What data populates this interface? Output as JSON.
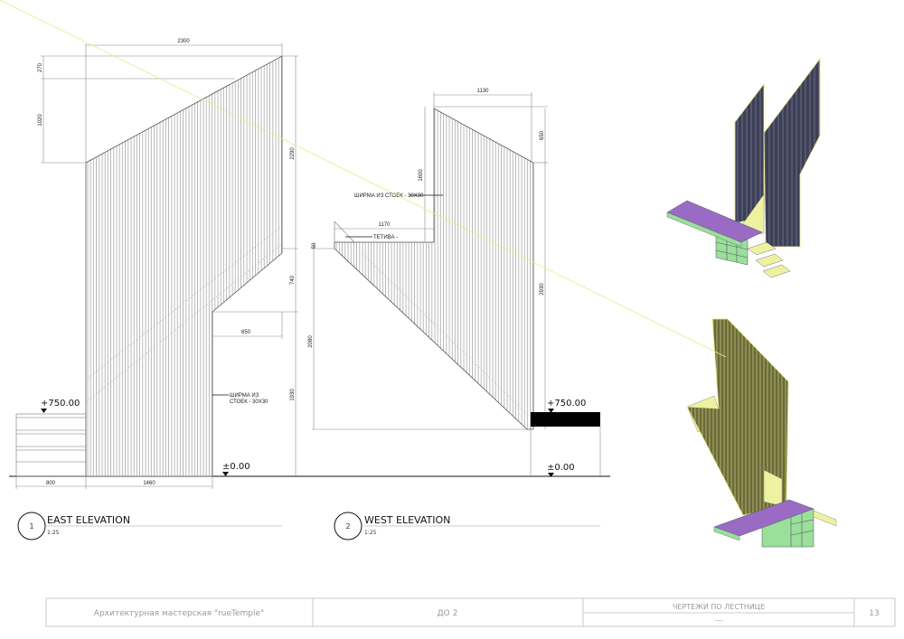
{
  "east_elevation": {
    "number": "1",
    "title": "EAST ELEVATION",
    "scale": "1:25",
    "dimensions": {
      "top_width": "2300",
      "left_top": "270",
      "left_mid": "1020",
      "right_upper": "2290",
      "right_mid": "740",
      "right_lower": "1930",
      "landing_width": "850",
      "bottom_left": "800",
      "bottom_main": "1460"
    },
    "level_upper": "+750.00",
    "level_ground": "±0.00",
    "note_screen": [
      "ШИРМА ИЗ",
      "СТОЕК - 30Х30"
    ]
  },
  "west_elevation": {
    "number": "2",
    "title": "WEST ELEVATION",
    "scale": "1:25",
    "dimensions": {
      "top_width": "1130",
      "right_top": "650",
      "left_upper": "1600",
      "right_lower": "2930",
      "left_lower": "2080",
      "landing_width": "1170",
      "step": "50"
    },
    "level_upper": "+750.00",
    "level_ground": "±0.00",
    "note_screen": "ШИРМА ИЗ СТОЕК - 30Х30",
    "note_stringer": "ТЕТИВА -"
  },
  "title_block": {
    "studio": "Архитектурная мастерская \"rueTemple\"",
    "stage": "ДО 2",
    "sheet_title": "ЧЕРТЕЖИ ПО ЛЕСТНИЦЕ",
    "sheet_subtitle": "----",
    "sheet_number": "13"
  },
  "colors": {
    "panel_dark": "#3d3f55",
    "panel_olive": "#6b6a3a",
    "edge": "#e8ec8a",
    "bench": "#9a6bc4",
    "base": "#9adf9a",
    "step": "#eef2a0"
  }
}
